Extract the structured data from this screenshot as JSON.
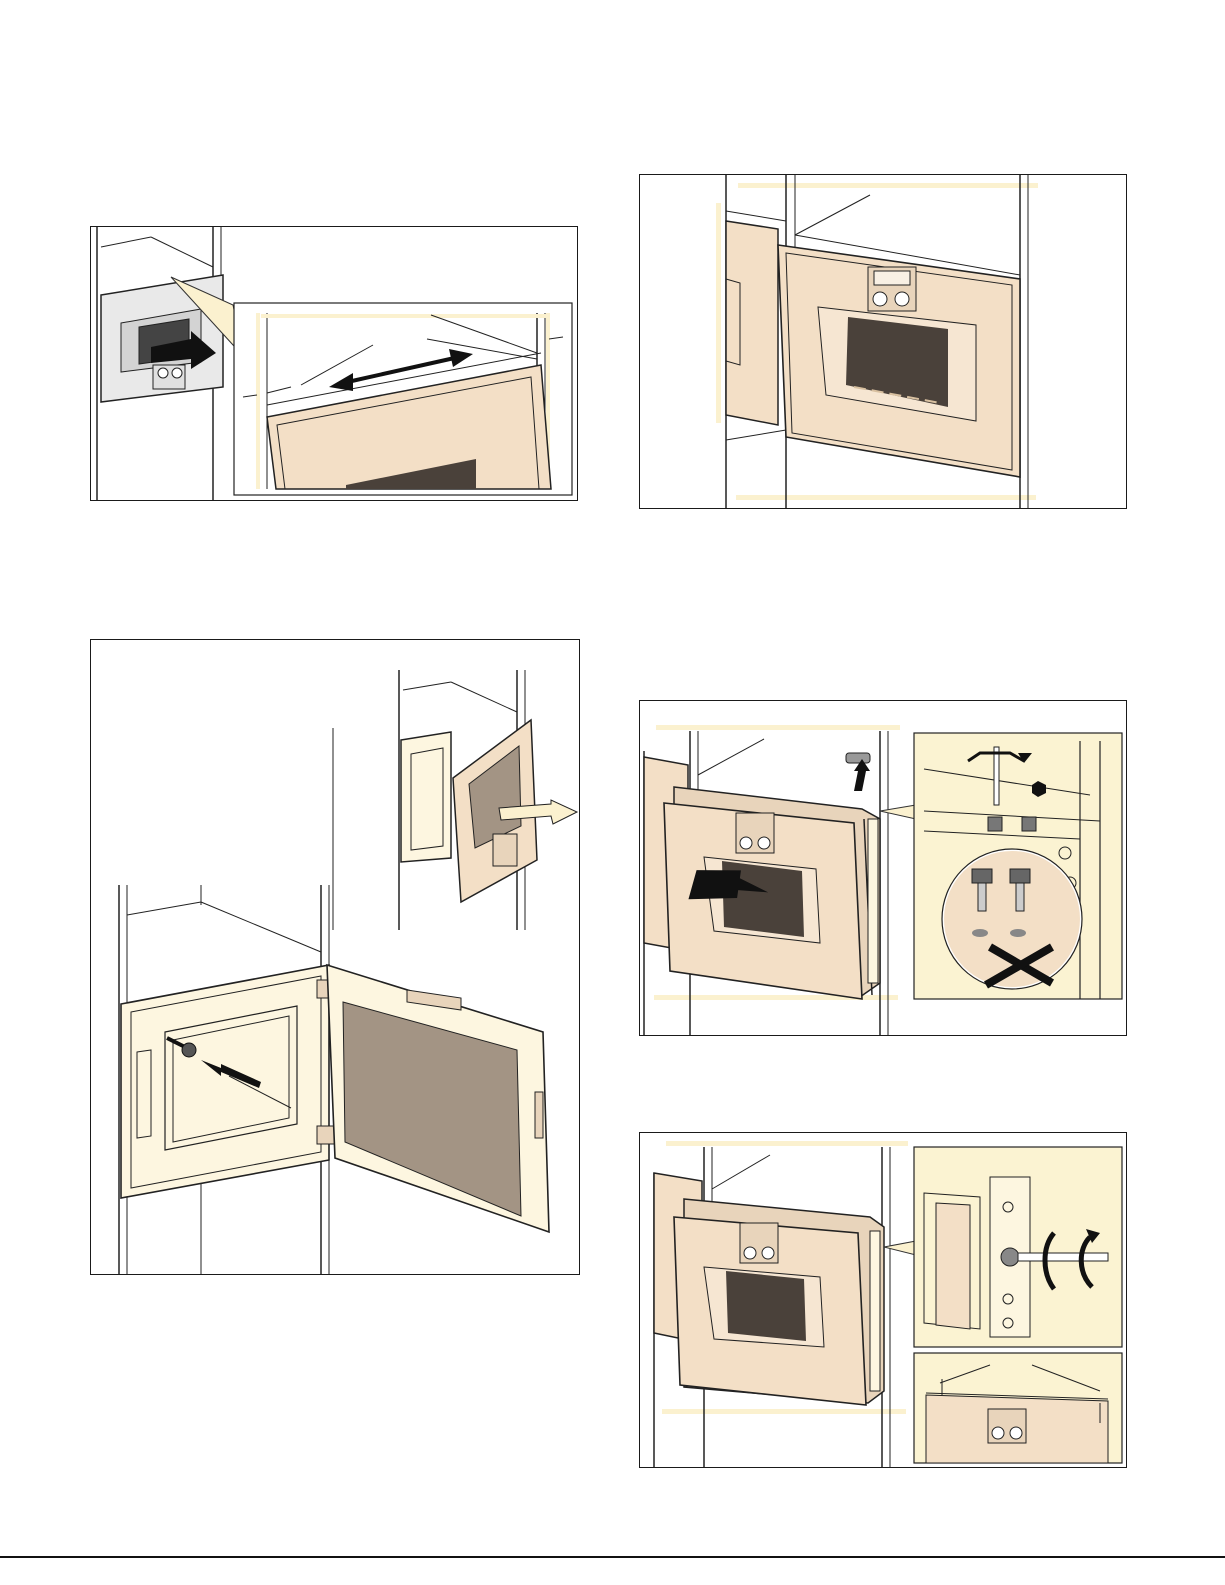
{
  "page": {
    "figures": [
      {
        "id": "fig-align-door-gap",
        "alt": "Door aligned to even gap in cabinet opening"
      },
      {
        "id": "fig-door-aligned-view",
        "alt": "Appliance with door flush beside adjacent unit"
      },
      {
        "id": "fig-remove-door-screw",
        "alt": "Door opened, fixing screw inserted through front frame"
      },
      {
        "id": "fig-height-adjust-screws",
        "alt": "Cover removed, adjusting screws turned with hex tool"
      },
      {
        "id": "fig-side-adjust",
        "alt": "Side adjusting screw turned, gap checked at top"
      }
    ],
    "fill_colors": {
      "door": "#f3dfc6",
      "cabinet_inner": "#fdf6e0",
      "inset_bg": "#fbf3d2",
      "glass": "#4a413a",
      "grey_door": "#e9e9e9",
      "door_glass_open": "#a39484",
      "highlight_band": "#fbf1cf"
    }
  }
}
